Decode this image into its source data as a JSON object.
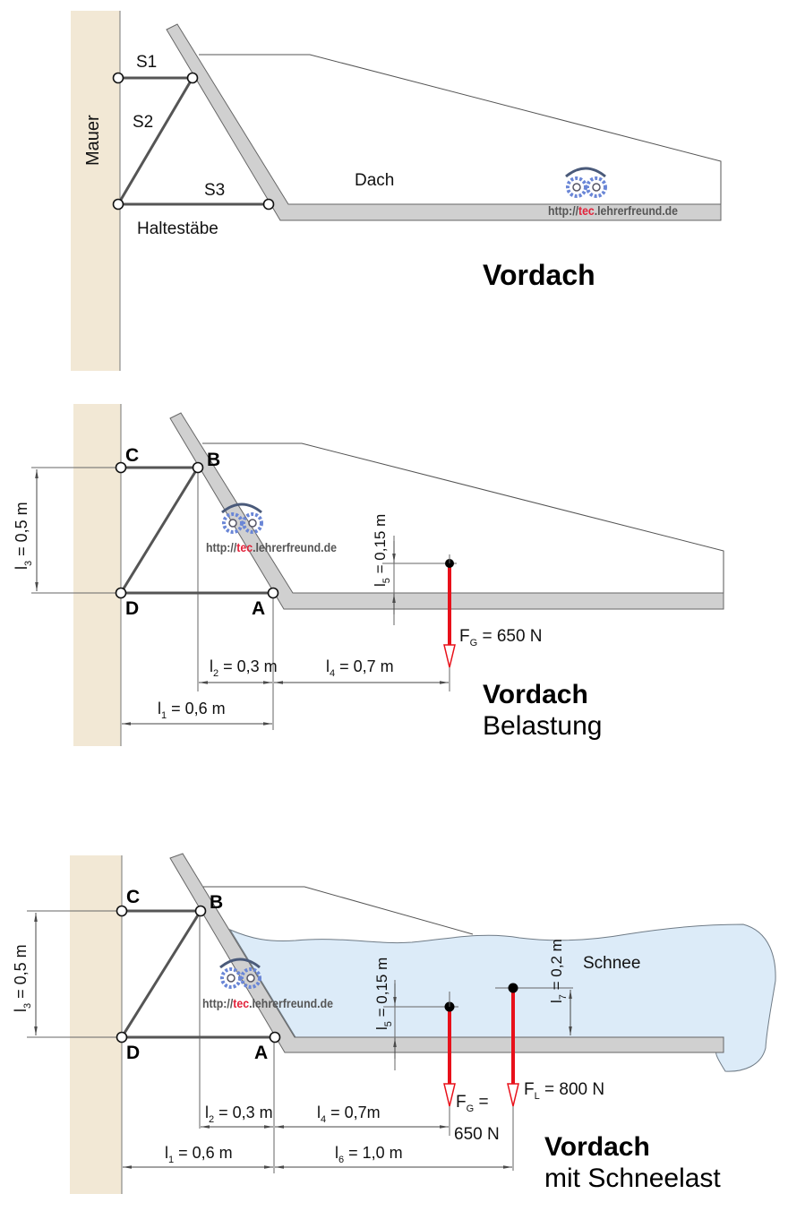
{
  "panels": [
    {
      "id": "overview",
      "title": "Vordach",
      "subtitle": "",
      "labels": {
        "wall": "Mauer",
        "roof": "Dach",
        "rods": "Haltestäbe",
        "rod1": "S1",
        "rod2": "S2",
        "rod3": "S3"
      }
    },
    {
      "id": "load",
      "title": "Vordach",
      "subtitle": "Belastung",
      "points": {
        "a": "A",
        "b": "B",
        "c": "C",
        "d": "D"
      },
      "dimensions": {
        "l1": {
          "sym": "l",
          "sub": "1",
          "text": " = 0,6 m"
        },
        "l2": {
          "sym": "l",
          "sub": "2",
          "text": " = 0,3 m"
        },
        "l3": {
          "sym": "l",
          "sub": "3",
          "text": " = 0,5 m"
        },
        "l4": {
          "sym": "l",
          "sub": "4",
          "text": " = 0,7 m"
        },
        "l5": {
          "sym": "l",
          "sub": "5",
          "text": " = 0,15 m"
        }
      },
      "forces": {
        "fg": {
          "sym": "F",
          "sub": "G",
          "text": " = 650 N"
        }
      }
    },
    {
      "id": "snow",
      "title": "Vordach",
      "subtitle": "mit Schneelast",
      "snow_label": "Schnee",
      "points": {
        "a": "A",
        "b": "B",
        "c": "C",
        "d": "D"
      },
      "dimensions": {
        "l1": {
          "sym": "l",
          "sub": "1",
          "text": " = 0,6 m"
        },
        "l2": {
          "sym": "l",
          "sub": "2",
          "text": " = 0,3 m"
        },
        "l3": {
          "sym": "l",
          "sub": "3",
          "text": " = 0,5 m"
        },
        "l4": {
          "sym": "l",
          "sub": "4",
          "text": " = 0,7m"
        },
        "l5": {
          "sym": "l",
          "sub": "5",
          "text": " = 0,15 m"
        },
        "l6": {
          "sym": "l",
          "sub": "6",
          "text": " = 1,0 m"
        },
        "l7": {
          "sym": "l",
          "sub": "7",
          "text": " = 0,2 m"
        }
      },
      "forces": {
        "fg": {
          "sym": "F",
          "sub": "G",
          "text": " =",
          "value_line": "650 N"
        },
        "fl": {
          "sym": "F",
          "sub": "L",
          "text": " = 800 N"
        }
      }
    }
  ],
  "watermark": {
    "prefix": "http://",
    "highlight": "tec",
    "suffix": ".lehrerfreund.de"
  },
  "colors": {
    "wall": "#f2e8d5",
    "roof": "#d0d0d0",
    "snow": "#dcebf8",
    "force": "#e8101a",
    "line": "#555555"
  }
}
